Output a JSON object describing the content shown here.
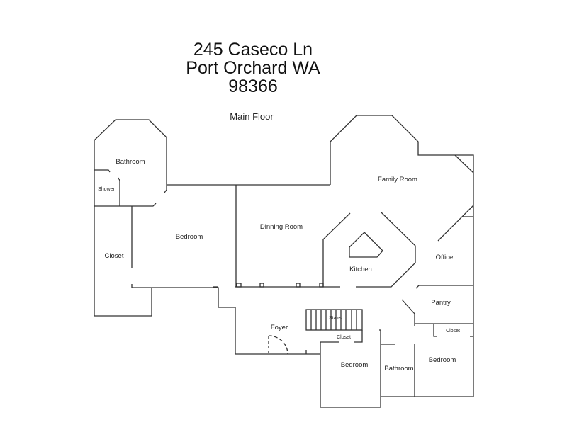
{
  "title": {
    "line1": "245 Caseco Ln",
    "line2": "Port Orchard WA",
    "line3": "98366"
  },
  "floor_label": "Main Floor",
  "rooms": {
    "bathroom_top": "Bathroom",
    "shower": "Shower",
    "closet_left": "Closet",
    "bedroom_left": "Bedroom",
    "dining_room": "Dinning Room",
    "family_room": "Family Room",
    "kitchen": "Kitchen",
    "office": "Office",
    "pantry": "Pantry",
    "closet_right": "Closet",
    "foyer": "Foyer",
    "stairs": "Stairs",
    "closet_stairs": "Closet",
    "bedroom_center": "Bedroom",
    "bathroom_bottom": "Bathroom",
    "bedroom_right": "Bedroom"
  }
}
